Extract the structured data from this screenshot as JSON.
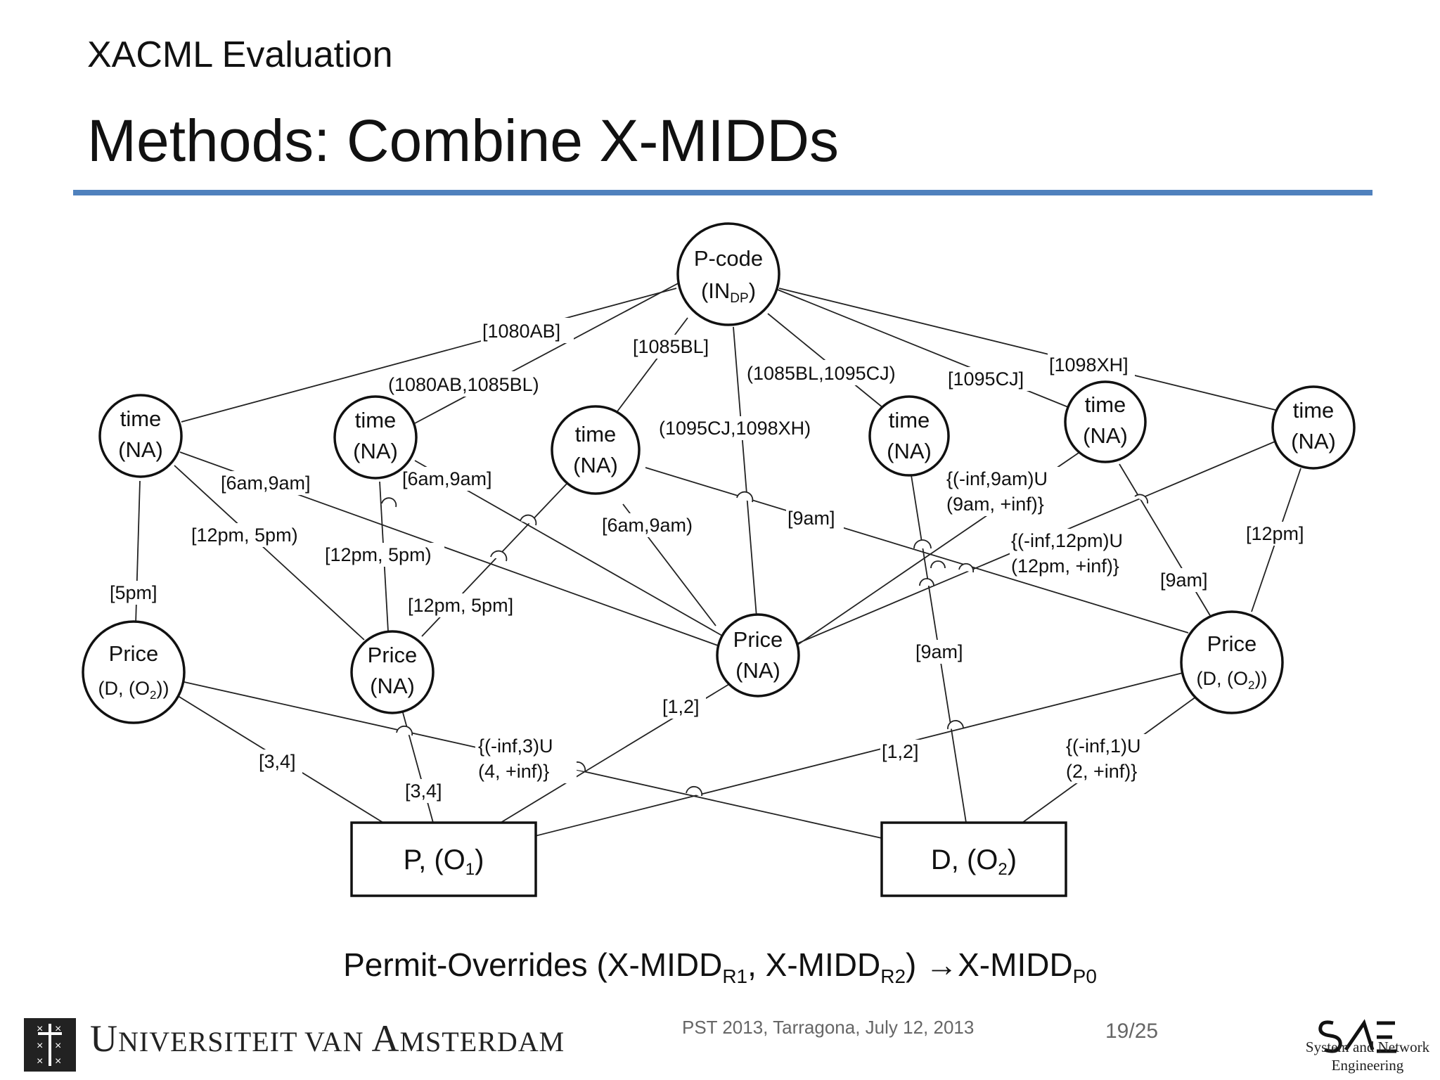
{
  "header": {
    "section": "XACML Evaluation",
    "title": "Methods: Combine X-MIDDs"
  },
  "diagram": {
    "root": {
      "line1": "P-code",
      "line2": "(IN",
      "line2_sub": "DP",
      "line2_end": ")"
    },
    "time_nodes": [
      {
        "line1": "time",
        "line2": "(NA)"
      },
      {
        "line1": "time",
        "line2": "(NA)"
      },
      {
        "line1": "time",
        "line2": "(NA)"
      },
      {
        "line1": "time",
        "line2": "(NA)"
      },
      {
        "line1": "time",
        "line2": "(NA)"
      },
      {
        "line1": "time",
        "line2": "(NA)"
      }
    ],
    "price_nodes": [
      {
        "line1": "Price",
        "line2": "(D, (O",
        "line2_sub": "2",
        "line2_end": "))"
      },
      {
        "line1": "Price",
        "line2": "(NA)"
      },
      {
        "line1": "Price",
        "line2": "(NA)"
      },
      {
        "line1": "Price",
        "line2": "(D, (O",
        "line2_sub": "2",
        "line2_end": "))"
      }
    ],
    "leaves": [
      {
        "text": "P, (O",
        "sub": "1",
        "end": ")"
      },
      {
        "text": "D, (O",
        "sub": "2",
        "end": ")"
      }
    ],
    "edge_labels": {
      "e_1080AB": "[1080AB]",
      "e_1085BL": "[1085BL]",
      "e_1080AB_1085BL": "(1080AB,1085BL)",
      "e_1085BL_1095CJ": "(1085BL,1095CJ)",
      "e_1095CJ": "[1095CJ]",
      "e_1098XH": "[1098XH]",
      "e_1095CJ_1098XH": "(1095CJ,1098XH)",
      "t1_6to9": "[6am,9am]",
      "t1_12to5": "[12pm, 5pm)",
      "t1_5pm": "[5pm]",
      "t2_6to9": "[6am,9am]",
      "t2_12to5": "[12pm, 5pm)",
      "t3_12to5": "[12pm, 5pm]",
      "t3_6to9": "[6am,9am)",
      "t3_9am": "[9am]",
      "t5_inf9_a": "{(-inf,9am)U",
      "t5_inf9_b": "(9am, +inf)}",
      "t6_inf12_a": "{(-inf,12pm)U",
      "t6_inf12_b": "(12pm, +inf)}",
      "t5_9am": "[9am]",
      "t6_12pm": "[12pm]",
      "t4_9am": "[9am]",
      "p1_34": "[3,4]",
      "p2_34": "[3,4]",
      "p1_inf3_a": "{(-inf,3)U",
      "p1_inf3_b": "(4, +inf)}",
      "p3_12": "[1,2]",
      "p4_12": "[1,2]",
      "p4_inf1_a": "{(-inf,1)U",
      "p4_inf1_b": "(2, +inf)}"
    }
  },
  "formula": {
    "part1": "Permit-Overrides (X-MIDD",
    "sub1": "R1",
    "part2": ", X-MIDD",
    "sub2": "R2",
    "part3": ") ",
    "arrow": "→",
    "part4": "X-MIDD",
    "sub3": "P0"
  },
  "footer": {
    "university_U": "U",
    "university_rest1": "NIVERSITEIT VAN ",
    "university_A": "A",
    "university_rest2": "MSTERDAM",
    "conference": "PST 2013, Tarragona, July 12, 2013",
    "page": "19/25",
    "group_line1": "System and Network",
    "group_line2": "Engineering"
  },
  "colors": {
    "rule": "#4f81bd",
    "text": "#111111",
    "footer_text": "#666666"
  }
}
